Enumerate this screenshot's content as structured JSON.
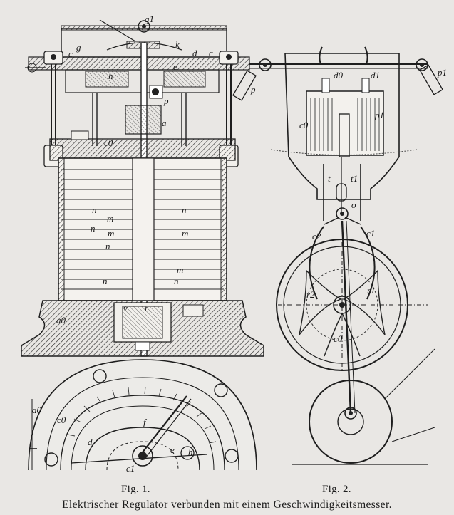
{
  "figures": {
    "fig1": {
      "label": "Fig. 1.",
      "part_letters": [
        "g1",
        "g",
        "c",
        "k",
        "d",
        "c",
        "e",
        "h",
        "p",
        "a",
        "c0",
        "n",
        "n",
        "m",
        "n",
        "m",
        "n",
        "m",
        "m",
        "n",
        "n",
        "v",
        "r",
        "a0",
        "a0",
        "c0",
        "f",
        "d",
        "e",
        "h",
        "c1"
      ]
    },
    "fig2": {
      "label": "Fig. 2.",
      "part_letters": [
        "d0",
        "d1",
        "p",
        "p1",
        "c0",
        "p1",
        "t",
        "t1",
        "o",
        "c2",
        "c1",
        "r2",
        "r1",
        "c0"
      ]
    }
  },
  "caption": "Elektrischer Regulator verbunden mit einem Geschwindigkeitsmesser."
}
